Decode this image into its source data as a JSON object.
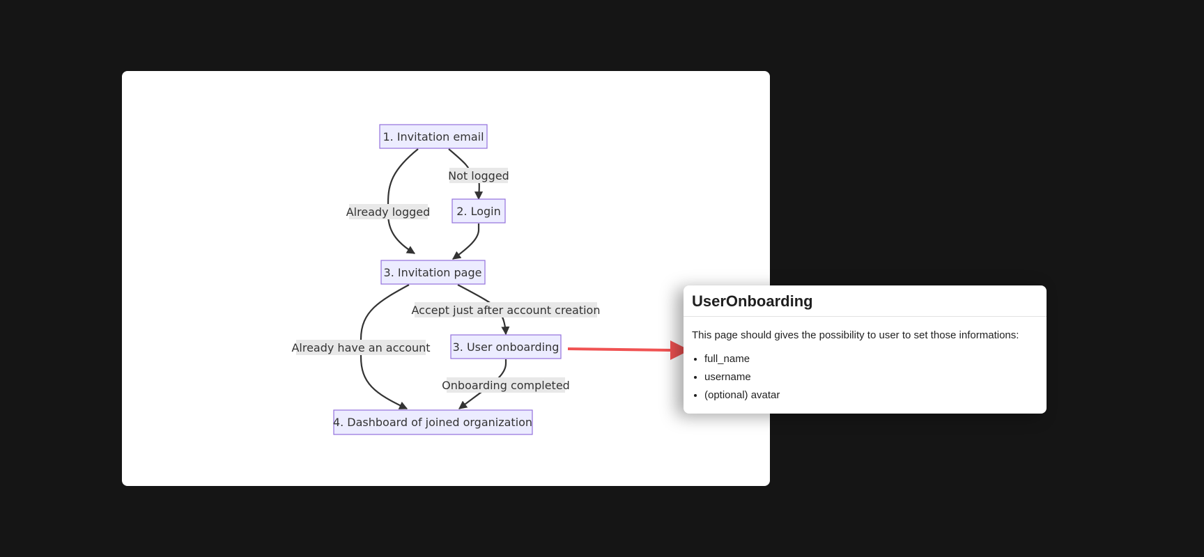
{
  "diagram": {
    "nodes": [
      {
        "id": "invitation-email",
        "label": "1. Invitation email"
      },
      {
        "id": "login",
        "label": "2. Login"
      },
      {
        "id": "invitation-page",
        "label": "3. Invitation page"
      },
      {
        "id": "user-onboarding",
        "label": "3. User onboarding"
      },
      {
        "id": "dashboard",
        "label": "4. Dashboard of joined organization"
      }
    ],
    "edges": [
      {
        "from": "invitation-email",
        "to": "login",
        "label": "Not logged"
      },
      {
        "from": "invitation-email",
        "to": "invitation-page",
        "label": "Already logged"
      },
      {
        "from": "login",
        "to": "invitation-page",
        "label": ""
      },
      {
        "from": "invitation-page",
        "to": "user-onboarding",
        "label": "Accept just after account creation"
      },
      {
        "from": "invitation-page",
        "to": "dashboard",
        "label": "Already have an account"
      },
      {
        "from": "user-onboarding",
        "to": "dashboard",
        "label": "Onboarding completed"
      }
    ],
    "colors": {
      "node_fill": "#ECECFF",
      "node_stroke": "#9370DB",
      "edge": "#333333",
      "label_bg": "#E8E8E8",
      "pointer_arrow": "#F05252"
    }
  },
  "note": {
    "title": "UserOnboarding",
    "description": "This page should gives the possibility to user to set those informations:",
    "items": [
      "full_name",
      "username",
      "(optional) avatar"
    ]
  }
}
